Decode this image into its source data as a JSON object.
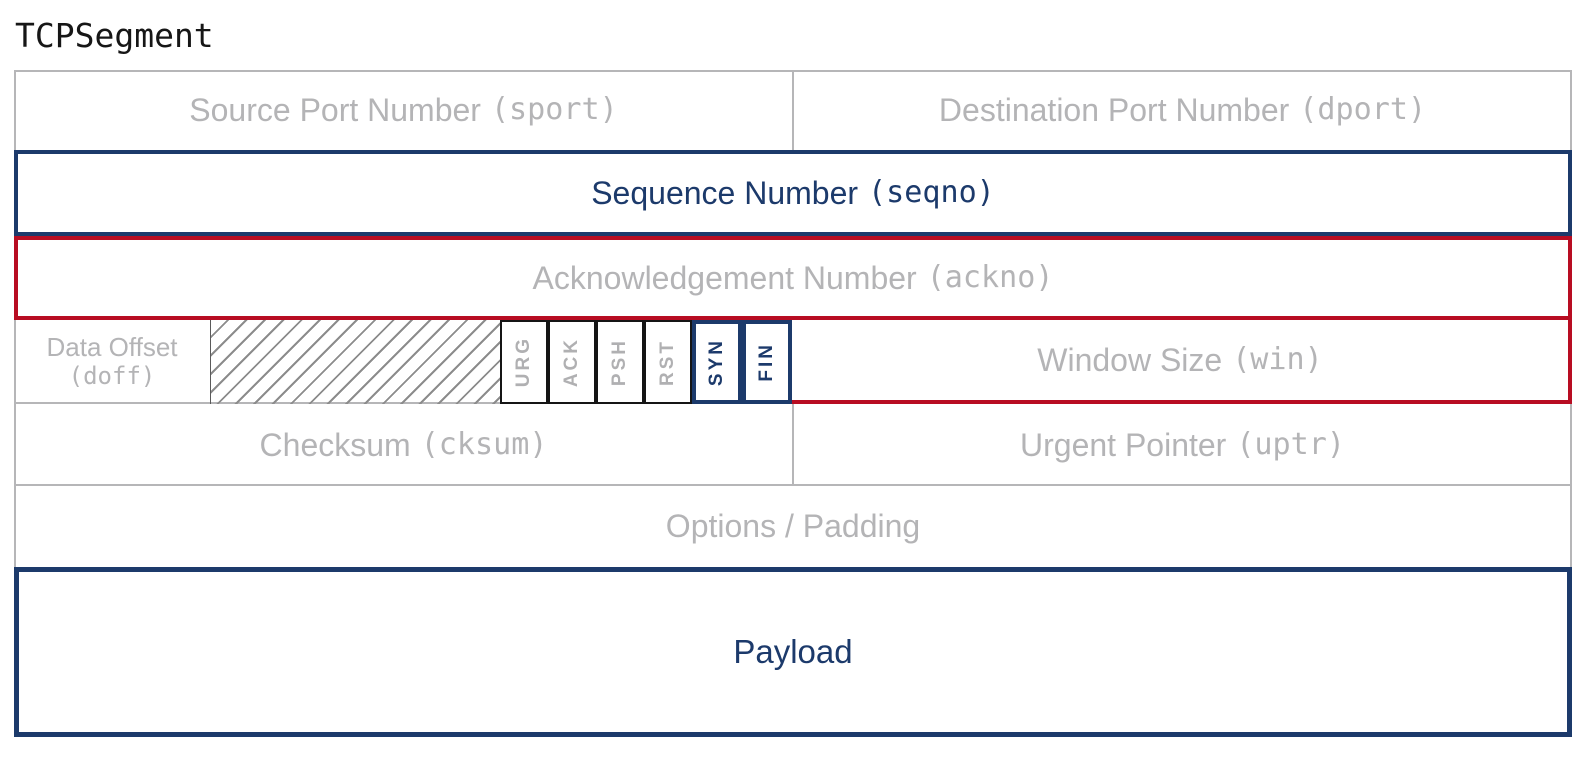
{
  "title": "TCPSegment",
  "colors": {
    "navy_outline": "#1c3a6b",
    "red_outline": "#b80d22",
    "grid_gray": "#b6b6b8",
    "label_gray": "#b4b4b6",
    "flag_border_black": "#151515",
    "title_black": "#161616"
  },
  "fields": {
    "sport": {
      "label": "Source Port Number",
      "code": "(sport)"
    },
    "dport": {
      "label": "Destination Port Number",
      "code": "(dport)"
    },
    "seqno": {
      "label": "Sequence Number",
      "code": "(seqno)"
    },
    "ackno": {
      "label": "Acknowledgement Number",
      "code": "(ackno)"
    },
    "doff": {
      "label": "Data Offset",
      "code": "(doff)"
    },
    "win": {
      "label": "Window Size",
      "code": "(win)"
    },
    "cksum": {
      "label": "Checksum",
      "code": "(cksum)"
    },
    "uptr": {
      "label": "Urgent Pointer",
      "code": "(uptr)"
    },
    "options": {
      "label": "Options / Padding"
    },
    "payload": {
      "label": "Payload"
    }
  },
  "flags": [
    {
      "label": "URG",
      "highlighted": false
    },
    {
      "label": "ACK",
      "highlighted": false
    },
    {
      "label": "PSH",
      "highlighted": false
    },
    {
      "label": "RST",
      "highlighted": false
    },
    {
      "label": "SYN",
      "highlighted": true
    },
    {
      "label": "FIN",
      "highlighted": true
    }
  ],
  "highlights": {
    "navy_outlined": [
      "seqno",
      "payload",
      "SYN",
      "FIN"
    ],
    "red_outlined": [
      "ackno",
      "win"
    ]
  }
}
